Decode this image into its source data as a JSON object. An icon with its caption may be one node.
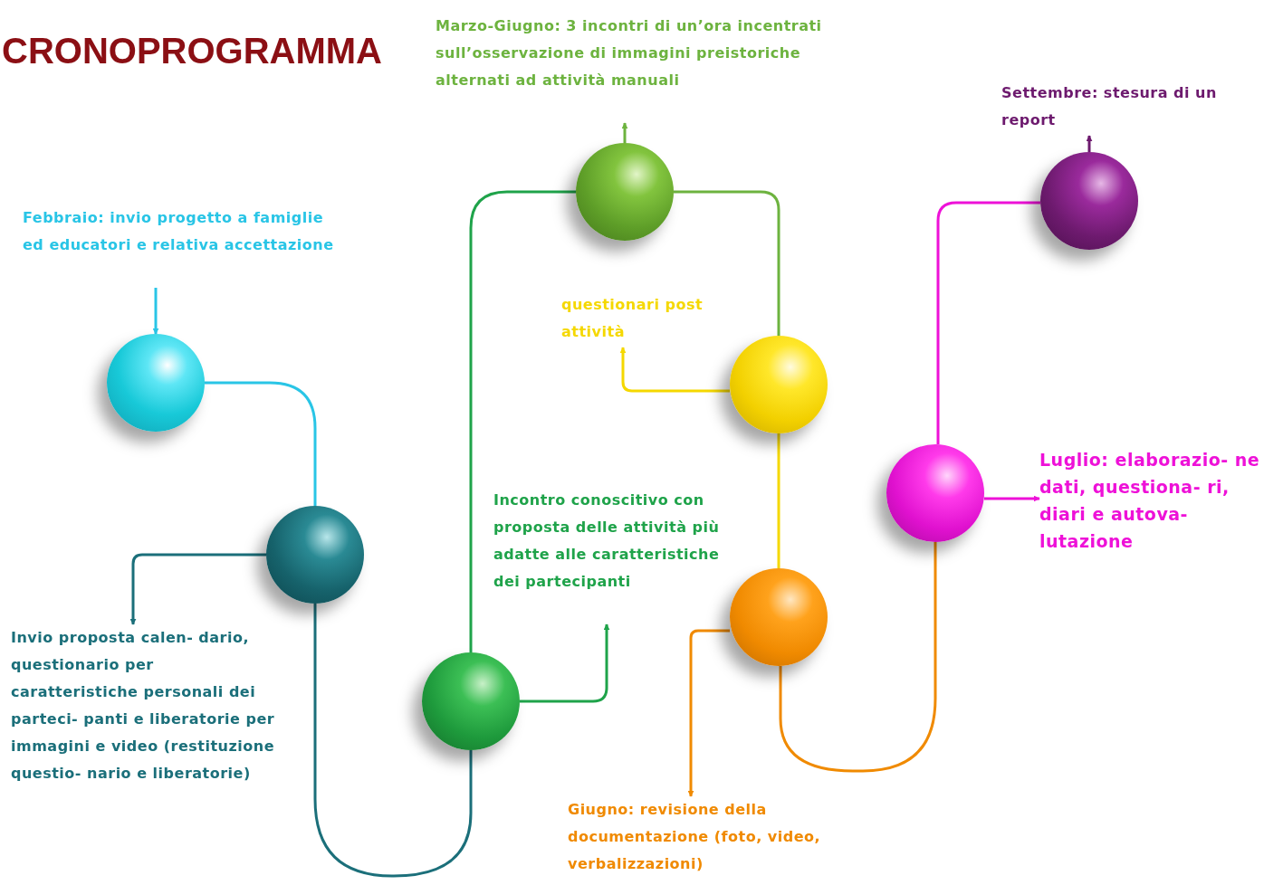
{
  "diagram": {
    "title": "CRONOPROGRAMMA",
    "nodes": [
      {
        "text": [
          "Febbraio: invio progetto a famiglie ed educatori e relativa accettazione"
        ]
      },
      {
        "text": [],
        "shape": "circle"
      },
      {
        "text": [],
        "shape": "circle"
      },
      {
        "text": [
          "Invio proposta calen- dario, questionario per caratteristiche personali dei parteci- panti e liberatorie per immagini e video (restituzione questio- nario e liberatorie)"
        ]
      },
      {
        "text": [],
        "shape": "circle"
      },
      {
        "text": [
          "Incontro conoscitivo con proposta delle attività più adatte alle caratteristiche dei partecipanti"
        ]
      },
      {
        "text": [],
        "shape": "circle"
      },
      {
        "text": [
          "Marzo-Giugno: 3 incontri di un’ora incentrati sull’osservazione di immagini preistoriche alternati ad attività manuali"
        ]
      },
      {
        "text": [],
        "shape": "circle"
      },
      {
        "text": [
          "questionari post attività"
        ]
      },
      {
        "text": [],
        "shape": "circle"
      },
      {
        "text": [
          "Giugno: revisione della documentazione (foto, video, verbalizzazioni)"
        ]
      },
      {
        "text": [],
        "shape": "circle"
      },
      {
        "text": [
          "Luglio: elaborazio- ne dati, questiona- ri, diari e autova- lutazione"
        ]
      },
      {
        "text": [],
        "shape": "circle"
      },
      {
        "text": [
          "Settembre: stesura di un report"
        ]
      }
    ],
    "edges": [
      {
        "from": 0,
        "to": 1,
        "arrow": "to",
        "color": "#29c5e6"
      },
      {
        "from": 1,
        "to": 2,
        "arrow": "none",
        "color": "#29c5e6"
      },
      {
        "from": 2,
        "to": 3,
        "arrow": "to",
        "color": "#1b6f7a"
      },
      {
        "from": 2,
        "to": 4,
        "arrow": "none",
        "color": "#1b6f7a"
      },
      {
        "from": 4,
        "to": 5,
        "arrow": "to",
        "color": "#1fa34a"
      },
      {
        "from": 4,
        "to": 6,
        "arrow": "none",
        "color": "#1fa34a"
      },
      {
        "from": 6,
        "to": 7,
        "arrow": "to",
        "color": "#6db33f"
      },
      {
        "from": 6,
        "to": 8,
        "arrow": "none",
        "color": "#6db33f"
      },
      {
        "from": 8,
        "to": 9,
        "arrow": "to",
        "color": "#f5d800"
      },
      {
        "from": 8,
        "to": 10,
        "arrow": "none",
        "color": "#f5d800"
      },
      {
        "from": 10,
        "to": 11,
        "arrow": "to",
        "color": "#f08a00"
      },
      {
        "from": 10,
        "to": 12,
        "arrow": "none",
        "color": "#f08a00"
      },
      {
        "from": 12,
        "to": 13,
        "arrow": "to",
        "color": "#ee11d8"
      },
      {
        "from": 12,
        "to": 14,
        "arrow": "none",
        "color": "#ee11d8"
      },
      {
        "from": 14,
        "to": 15,
        "arrow": "to",
        "color": "#6d1a6e"
      }
    ]
  }
}
